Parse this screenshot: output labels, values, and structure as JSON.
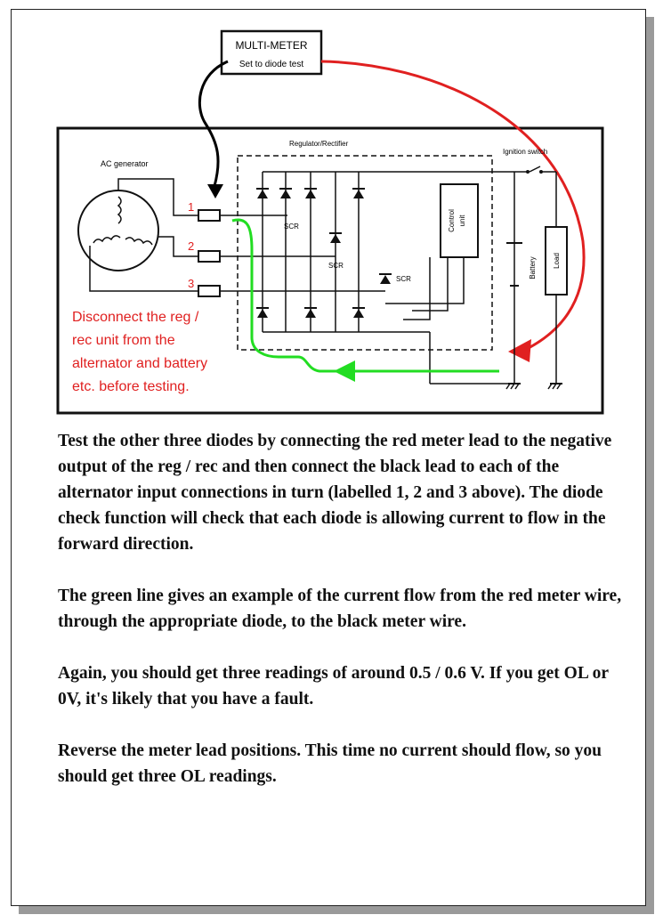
{
  "meter": {
    "title": "MULTI-METER",
    "subtitle": "Set to  diode test"
  },
  "circuit": {
    "ac_generator_label": "AC generator",
    "regulator_label": "Regulator/Rectifier",
    "ignition_label": "Ignition switch",
    "control_unit_label_1": "Control",
    "control_unit_label_2": "unit",
    "battery_label": "Battery",
    "load_label": "Load",
    "scr_label": "SCR",
    "inputs": [
      "1",
      "2",
      "3"
    ]
  },
  "warning_lines": [
    "Disconnect the reg /",
    "rec unit from the",
    "alternator and battery",
    "etc. before testing."
  ],
  "paragraphs": [
    "Test the other three diodes by connecting the red meter lead to the negative output of the reg / rec and then connect the black lead to each of the alternator input connections in turn (labelled 1, 2 and 3 above). The diode check function will check that each diode is allowing current to flow in the forward direction.",
    "The green line gives an example of the current flow from the red meter wire, through the appropriate diode, to the black meter wire.",
    "Again, you should get three readings of around 0.5 / 0.6 V. If you get OL or 0V, it's likely that you have a fault.",
    "Reverse the meter lead positions. This time no current should flow, so you should get three OL readings."
  ],
  "colors": {
    "red_lead": "#e02020",
    "green_path": "#22dd22",
    "warning_text": "#e02020",
    "black_lead": "#000000"
  }
}
